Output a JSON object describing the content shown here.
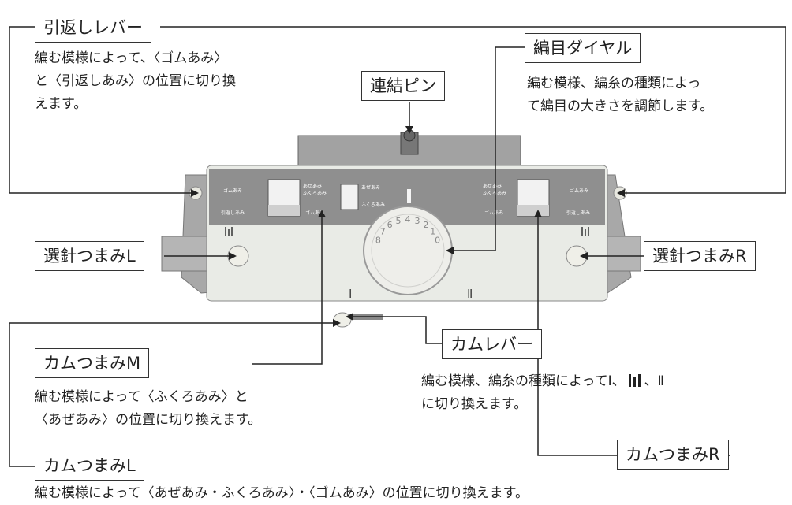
{
  "labels": {
    "hikikaeshi_lever": "引返しレバー",
    "renketsu_pin": "連結ピン",
    "meme_dial": "編目ダイヤル",
    "sensin_tsumami_l": "選針つまみL",
    "sensin_tsumami_r": "選針つまみR",
    "kam_tsumami_m": "カムつまみM",
    "kam_lever": "カムレバー",
    "kam_tsumami_l": "カムつまみL",
    "kam_tsumami_r": "カムつまみR"
  },
  "descriptions": {
    "hikikaeshi_lever": [
      "編む模様によって、〈ゴムあみ〉",
      "と〈引返しあみ〉の位置に切り換",
      "えます。"
    ],
    "meme_dial": [
      "編む模様、編糸の種類によっ",
      "て編目の大きさを調節します。"
    ],
    "kam_tsumami_m": [
      "編む模様によって〈ふくろあみ〉と",
      "〈あぜあみ〉の位置に切り換えます。"
    ],
    "kam_lever": [
      "編む模様、編糸の種類によってⅠ、",
      "に切り換えます。"
    ],
    "kam_tsumami_l": [
      "編む模様によって〈あぜあみ・ふくろあみ〉・〈ゴムあみ〉の位置に切り換えます。"
    ]
  },
  "kam_lever_positions": [
    "Ⅰ",
    "Ⅱ"
  ],
  "panel_text": {
    "gomu_ami": "ゴムあみ",
    "hiki_ami": "引返しあみ",
    "aze_ami": "あぜあみ",
    "fukuro_ami": "ふくろあみ",
    "dial_numbers": [
      "8",
      "7",
      "6",
      "5",
      "4",
      "3",
      "2",
      "1",
      "0"
    ],
    "roman_one": "Ⅰ",
    "roman_two": "Ⅱ"
  },
  "colors": {
    "panel_top": "#8f8f8f",
    "panel_body": "#e9ebe6",
    "metal": "#9a9a9a",
    "line": "#222222"
  }
}
